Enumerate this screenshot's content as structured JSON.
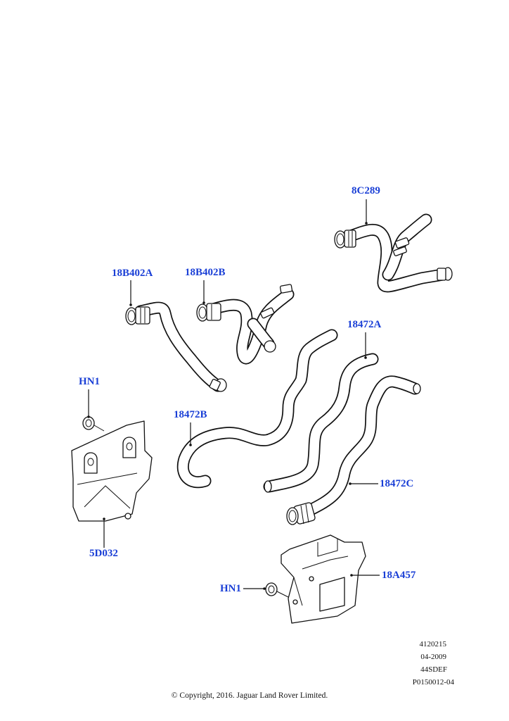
{
  "callouts": {
    "c8C289": "8C289",
    "c18B402A": "18B402A",
    "c18B402B": "18B402B",
    "c18472A": "18472A",
    "c18472B": "18472B",
    "c18472C": "18472C",
    "cHN1_top": "HN1",
    "c5D032": "5D032",
    "c18A457": "18A457",
    "cHN1_bottom": "HN1"
  },
  "footer": {
    "ref_number": "4120215",
    "date": "04-2009",
    "model": "44SDEF",
    "part_code": "P0150012-04",
    "copyright": "© Copyright, 2016. Jaguar Land Rover Limited."
  },
  "colors": {
    "callout_text": "#1a3fd6",
    "line_art": "#111111"
  }
}
